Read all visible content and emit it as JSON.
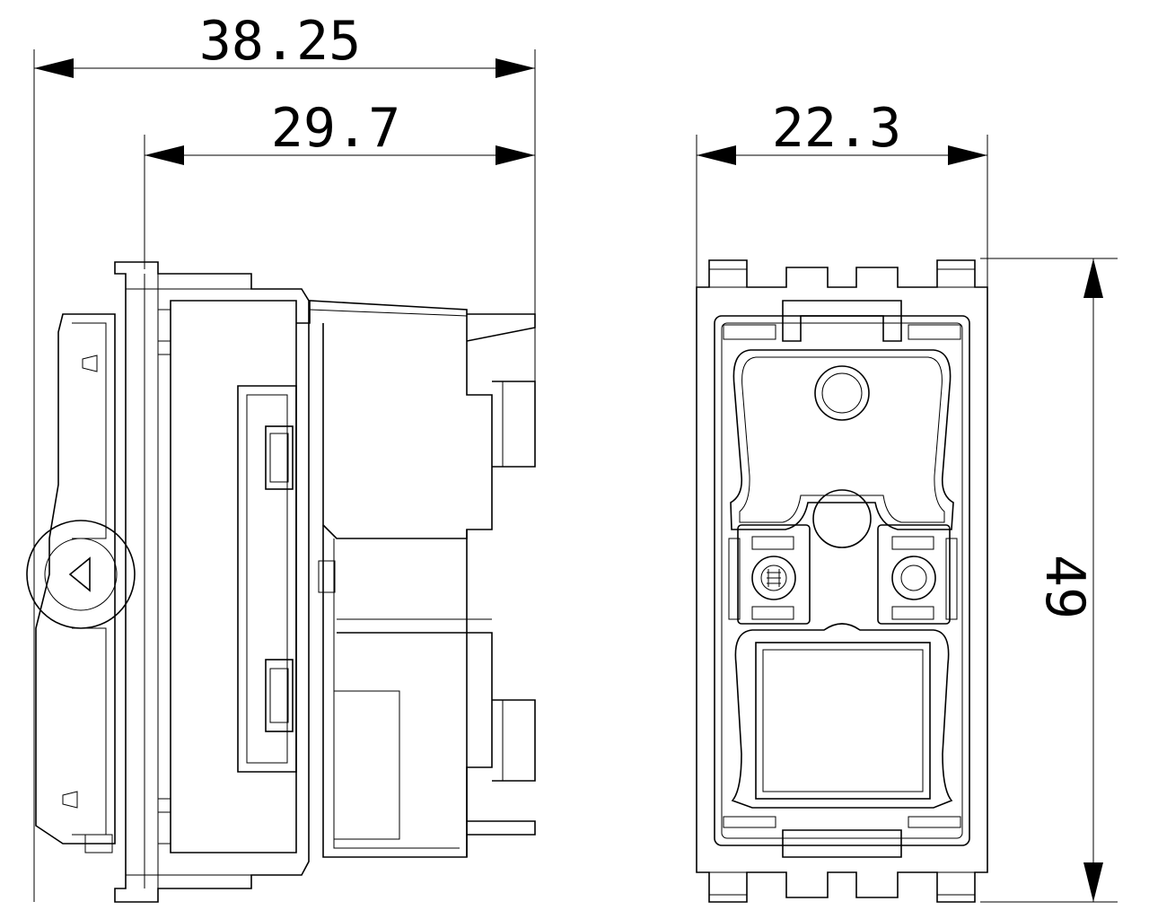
{
  "dimensions": {
    "overall_depth": "38.25",
    "body_depth": "29.7",
    "width": "22.3",
    "height": "49"
  }
}
